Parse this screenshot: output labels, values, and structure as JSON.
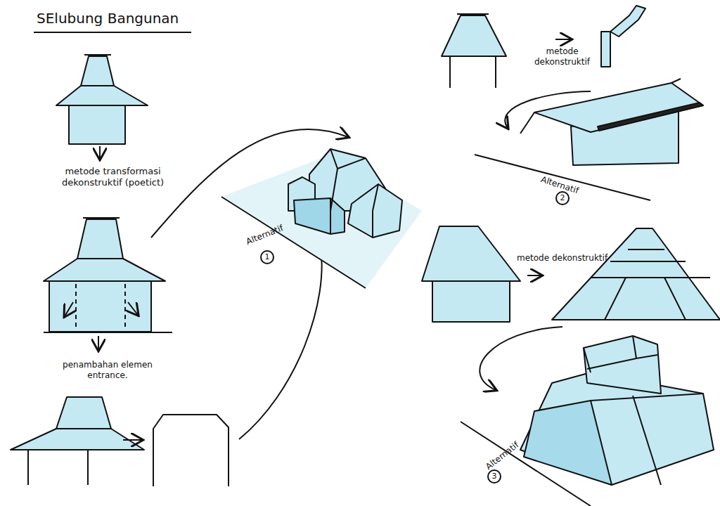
{
  "diagram": {
    "title": "SElubung Bangunan",
    "labels": [
      "metode transformasi dekonstruktif (poetict)",
      "penambahan elemen entrance.",
      "Alternatif",
      "1",
      "metode dekonstruktif",
      "Alternatif",
      "2",
      "metode dekonstruktif",
      "Alternatif",
      "3"
    ]
  }
}
